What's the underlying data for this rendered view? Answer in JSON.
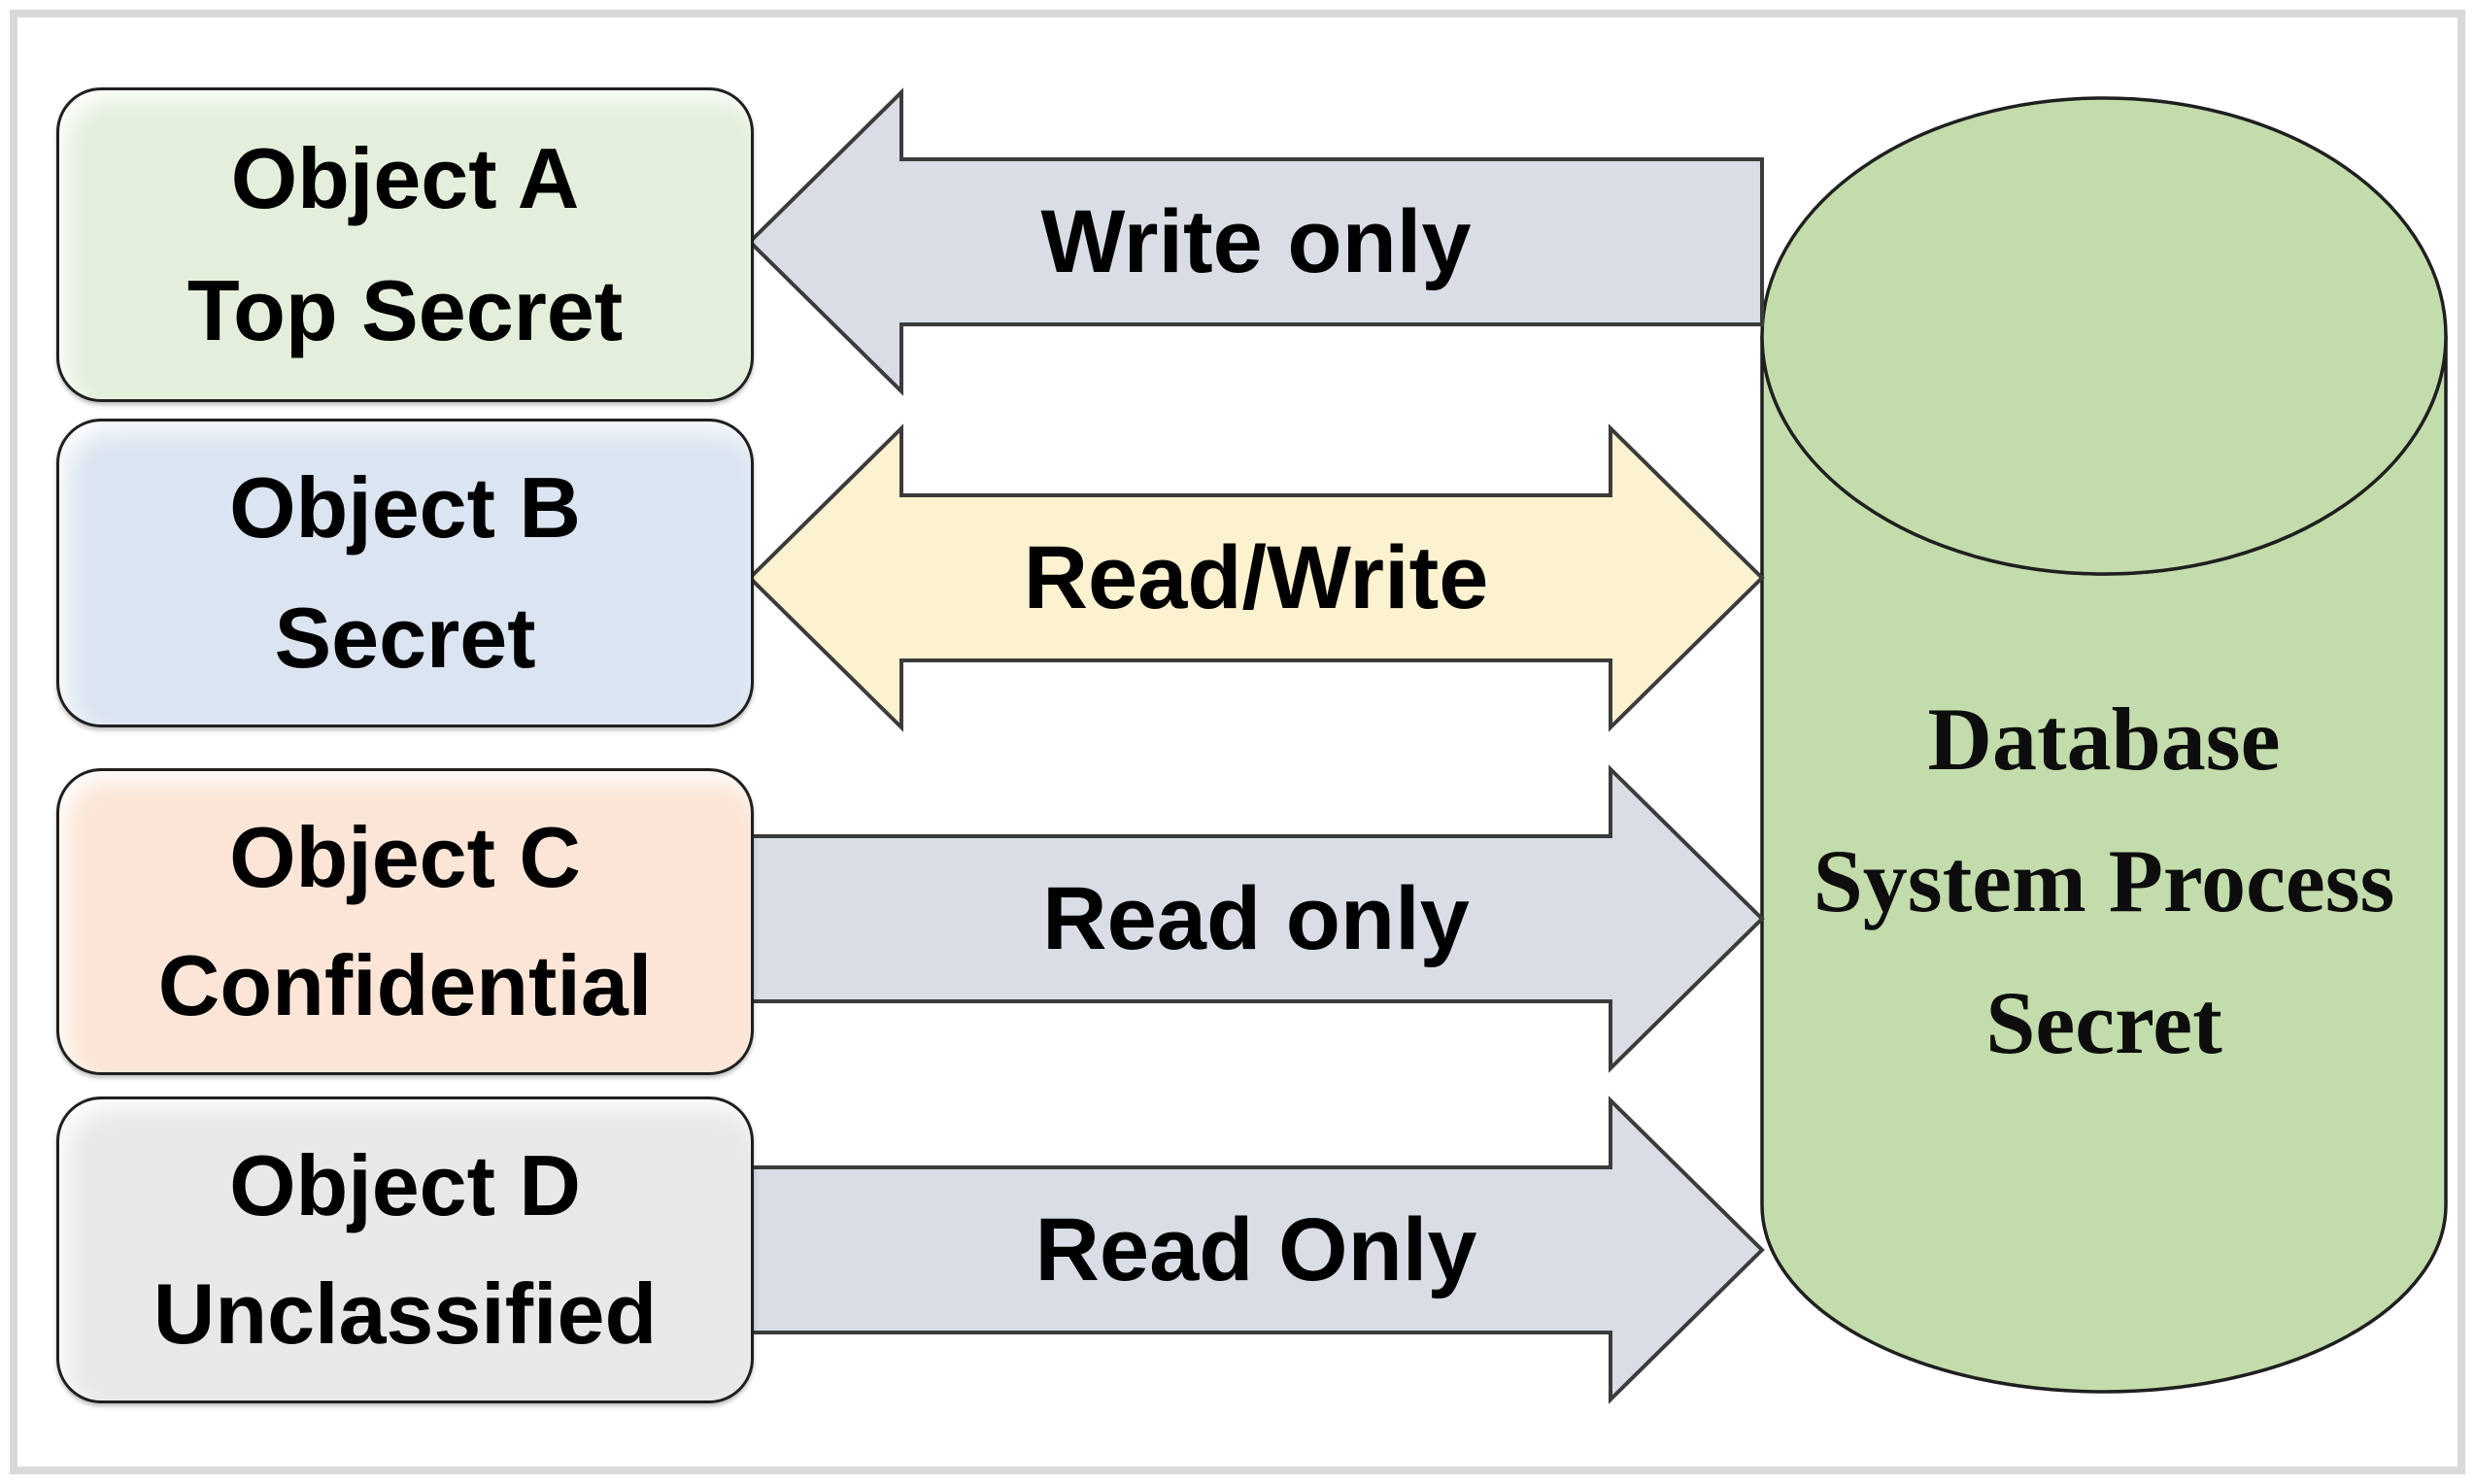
{
  "diagram": {
    "background_color": "#ffffff",
    "frame_color": "#d9d9d9",
    "objects": [
      {
        "name": "Object A",
        "classification": "Top Secret",
        "fill_color": "#e3efda"
      },
      {
        "name": "Object B",
        "classification": "Secret",
        "fill_color": "#dbe5f1"
      },
      {
        "name": "Object C",
        "classification": "Confidential",
        "fill_color": "#fbe5d6"
      },
      {
        "name": "Object D",
        "classification": "Unclassified",
        "fill_color": "#e8e8e8"
      }
    ],
    "arrows": [
      {
        "label": "Write only",
        "direction": "left",
        "fill_color": "#d9dde6"
      },
      {
        "label": "Read/Write",
        "direction": "both",
        "fill_color": "#fdf2cf"
      },
      {
        "label": "Read only",
        "direction": "right",
        "fill_color": "#d9dde6"
      },
      {
        "label": "Read Only",
        "direction": "right",
        "fill_color": "#d9dde6"
      }
    ],
    "database": {
      "lines": [
        "Database",
        "System Process",
        "Secret"
      ],
      "fill_color": "#c2dcab"
    }
  }
}
